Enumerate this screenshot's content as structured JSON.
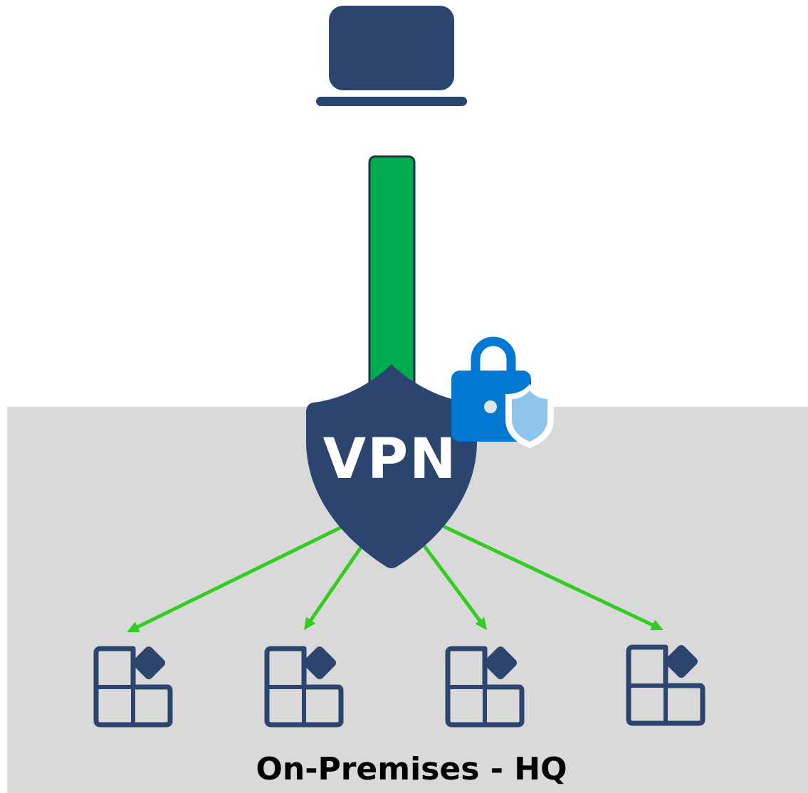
{
  "zone": {
    "label": "On-Premises - HQ",
    "background_color": "#d9d9d9"
  },
  "vpn": {
    "label": "VPN",
    "shield_color": "#2c456e",
    "text_color": "#ffffff"
  },
  "client": {
    "icon": "laptop-icon",
    "color": "#2c456e"
  },
  "tunnel": {
    "color": "#00ad4e"
  },
  "security": {
    "icon": "lock-shield-icon",
    "lock_color": "#0078d4",
    "shield_color": "#8fc4ea"
  },
  "connections": {
    "color": "#33cc22"
  },
  "apps": {
    "icon": "app-grid-icon",
    "color": "#2c456e",
    "count": 4
  }
}
